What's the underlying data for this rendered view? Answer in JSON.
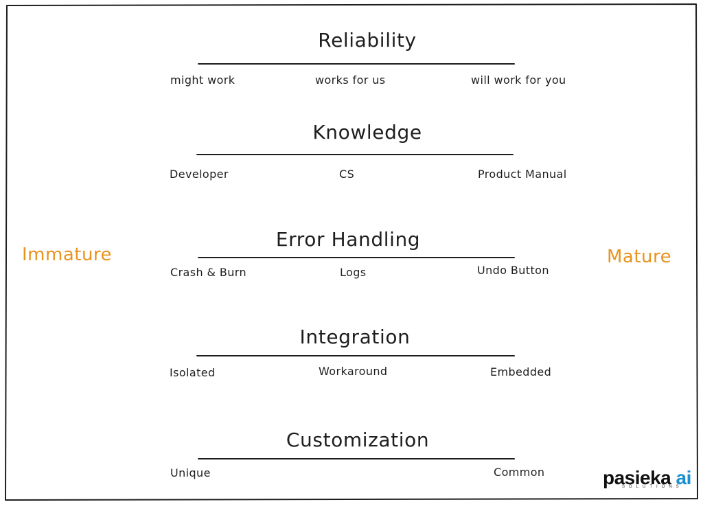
{
  "left_label": "Immature",
  "right_label": "Mature",
  "accent_color": "#e8931f",
  "sections": [
    {
      "title": "Reliability",
      "ticks": [
        "might work",
        "works for us",
        "will work for you"
      ]
    },
    {
      "title": "Knowledge",
      "ticks": [
        "Developer",
        "CS",
        "Product Manual"
      ]
    },
    {
      "title": "Error Handling",
      "ticks": [
        "Crash & Burn",
        "Logs",
        "Undo Button"
      ]
    },
    {
      "title": "Integration",
      "ticks": [
        "Isolated",
        "Workaround",
        "Embedded"
      ]
    },
    {
      "title": "Customization",
      "ticks": [
        "Unique",
        "Common"
      ]
    }
  ],
  "logo": {
    "name": "pasieka",
    "suffix": "ai",
    "tagline": "SOLUTIONS"
  }
}
